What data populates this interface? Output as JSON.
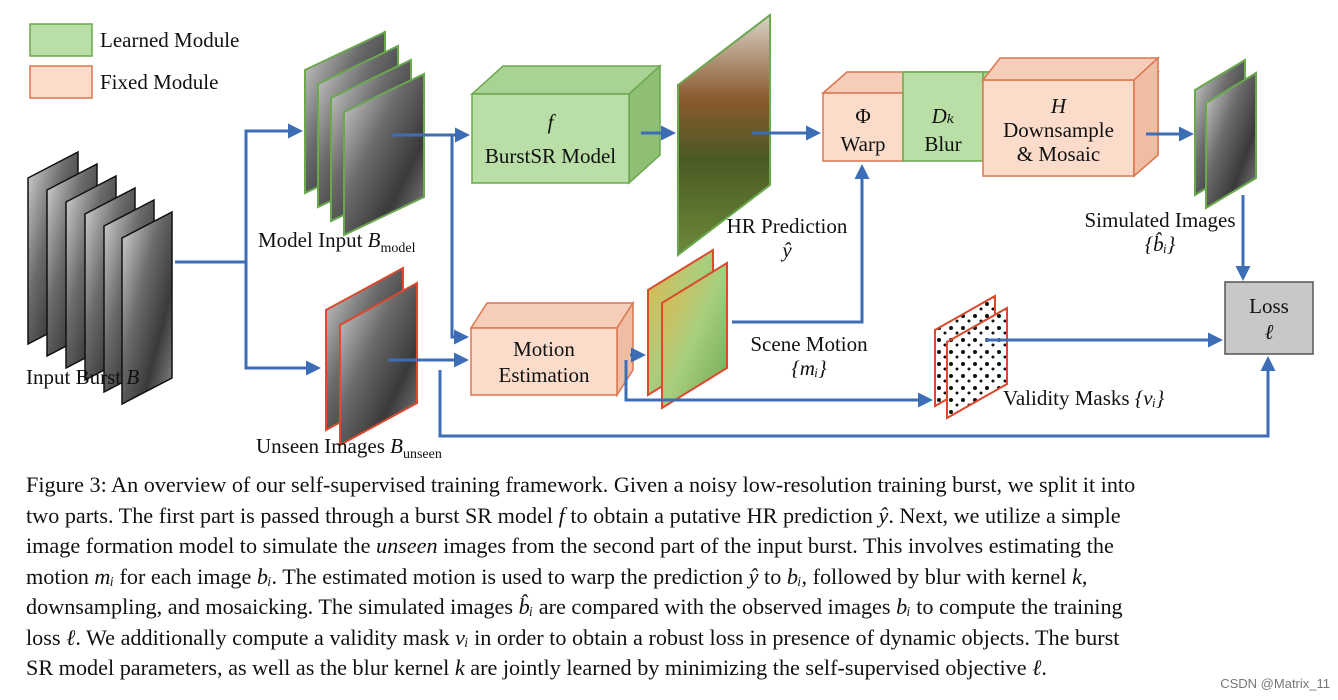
{
  "legend": {
    "learned": {
      "label": "Learned Module",
      "color": "#b9dfa6"
    },
    "fixed": {
      "label": "Fixed Module",
      "color": "#fbdccb"
    }
  },
  "labels": {
    "input_burst": "Input Burst",
    "input_burst_sym": "B",
    "model_input": "Model Input",
    "model_input_sym": "B",
    "model_input_sub": "model",
    "unseen_images": "Unseen Images",
    "unseen_sym": "B",
    "unseen_sub": "unseen",
    "hr_prediction": "HR Prediction",
    "hr_sym": "ŷ",
    "scene_motion": "Scene Motion",
    "scene_motion_sym": "{mᵢ}",
    "validity_masks": "Validity Masks",
    "validity_sym": "{vᵢ}",
    "simulated_images": "Simulated Images",
    "simulated_sym": "{b̂ᵢ}"
  },
  "modules": {
    "burstsr": {
      "symbol": "f",
      "name": "BurstSR Model"
    },
    "motion": {
      "line1": "Motion",
      "line2": "Estimation"
    },
    "warp": {
      "symbol": "Φ",
      "name": "Warp"
    },
    "blur": {
      "symbol": "Dₖ",
      "name": "Blur"
    },
    "downsample": {
      "symbol": "H",
      "line1": "Downsample",
      "line2": "& Mosaic"
    },
    "loss": {
      "name": "Loss",
      "symbol": "ℓ"
    }
  },
  "caption": {
    "l1": "Figure 3: An overview of our self-supervised training framework. Given a noisy low-resolution training burst, we split it into",
    "l2a": "two parts. The first part is passed through a burst SR model ",
    "l2f": "f",
    "l2b": " to obtain a putative HR prediction ",
    "l2y": "ŷ",
    "l2c": ". Next, we utilize a simple",
    "l3a": "image formation model to simulate the ",
    "l3em": "unseen",
    "l3b": " images from the second part of the input burst. This involves estimating the",
    "l4a": "motion ",
    "l4m": "mᵢ",
    "l4b": " for each image ",
    "l4bi": "bᵢ",
    "l4c": ". The estimated motion is used to warp the prediction ",
    "l4y": "ŷ",
    "l4d": " to ",
    "l4bi2": "bᵢ",
    "l4e": ", followed by blur with kernel ",
    "l4k": "k",
    "l4f": ",",
    "l5": "downsampling, and mosaicking. The simulated images ",
    "l5bh": "b̂ᵢ",
    "l5b": " are compared with the observed images ",
    "l5bi": "bᵢ",
    "l5c": " to compute the training",
    "l6a": "loss ",
    "l6l": "ℓ",
    "l6b": ". We additionally compute a validity mask ",
    "l6v": "vᵢ",
    "l6c": " in order to obtain a robust loss in presence of dynamic objects. The burst",
    "l7a": "SR model parameters, as well as the blur kernel ",
    "l7k": "k",
    "l7b": " are jointly learned by minimizing the self-supervised objective ",
    "l7l": "ℓ",
    "l7c": "."
  },
  "watermark": "CSDN @Matrix_11",
  "colors": {
    "arrow": "#3d6eb5",
    "learned_fill": "#b9dfa6",
    "learned_stroke": "#6aa84f",
    "fixed_fill": "#fbdccb",
    "fixed_stroke": "#d9774f",
    "loss_fill": "#c8c8c8"
  }
}
